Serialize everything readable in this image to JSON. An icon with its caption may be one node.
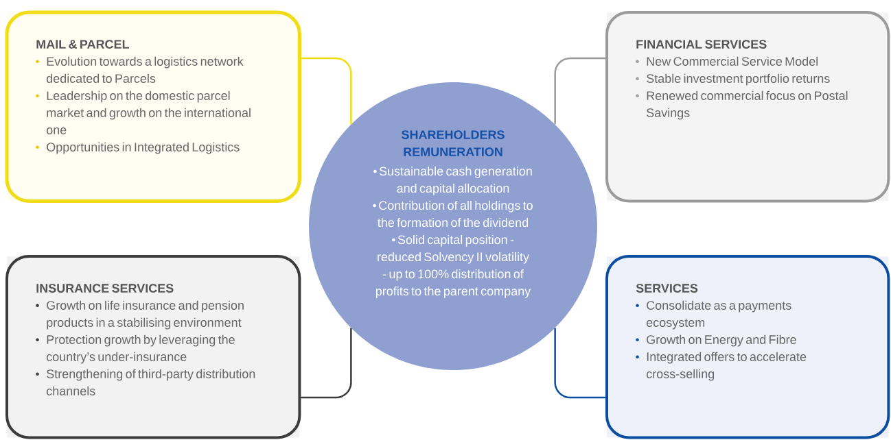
{
  "diagram": {
    "nodes": [
      {
        "text": [
          "MAIL & PARCEL",
          "Evolution towards a logistics network dedicated to Parcels",
          "Leadership on the domestic parcel market and growth on the international one",
          "Opportunities in Integrated Logistics"
        ]
      },
      {
        "text": [
          "FINANCIAL SERVICES",
          "New Commercial Service Model",
          "Stable investment portfolio returns",
          "Renewed commercial focus on Postal Savings"
        ]
      },
      {
        "text": [
          "INSURANCE SERVICES",
          "Growth on life insurance and pension products in a stabilising environment",
          "Protection growth by leveraging the country’s under-insurance",
          "Strengthening of third-party distribution channels"
        ]
      },
      {
        "text": [
          "SERVICES",
          "Consolidate as a payments ecosystem",
          "Growth on Energy and Fibre",
          "Integrated offers to accelerate cross-selling"
        ]
      },
      {
        "text": [
          "SHAREHOLDERS REMUNERATION",
          "Sustainable cash generation and capital allocation",
          "Contribution of all holdings to the formation of the dividend",
          "Solid capital position - reduced Solvency II volatility - up to 100% distribution of profits to the parent company"
        ]
      }
    ],
    "edges": [
      {
        "from": 0,
        "to": 4,
        "arrow": "none",
        "color": "#f0dc14"
      },
      {
        "from": 1,
        "to": 4,
        "arrow": "none",
        "color": "#9b9b9b"
      },
      {
        "from": 2,
        "to": 4,
        "arrow": "none",
        "color": "#3c3c3c"
      },
      {
        "from": 3,
        "to": 4,
        "arrow": "none",
        "color": "#0b4d9f"
      }
    ]
  }
}
